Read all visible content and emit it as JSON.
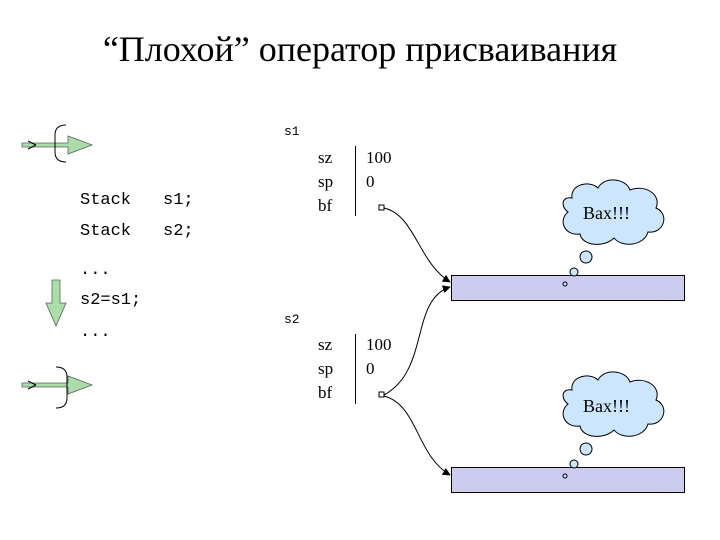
{
  "title": "“Плохой” оператор присваивания",
  "code": {
    "line1_kw": "Stack",
    "line1_var": "s1;",
    "line2_kw": "Stack",
    "line2_var": "s2;",
    "dots1": "...",
    "assign": "s2=s1;",
    "dots2": "..."
  },
  "s1": {
    "name": "s1",
    "fields": [
      "sz",
      "sp",
      "bf"
    ],
    "values": [
      "100",
      "0"
    ]
  },
  "s2": {
    "name": "s2",
    "fields": [
      "sz",
      "sp",
      "bf"
    ],
    "values": [
      "100",
      "0"
    ]
  },
  "bubbles": [
    "Вах!!!",
    "Вах!!!"
  ],
  "colors": {
    "memory_block": "#ccccee",
    "cloud": "#cce6ff",
    "arrow_green": "#aaddaa"
  }
}
